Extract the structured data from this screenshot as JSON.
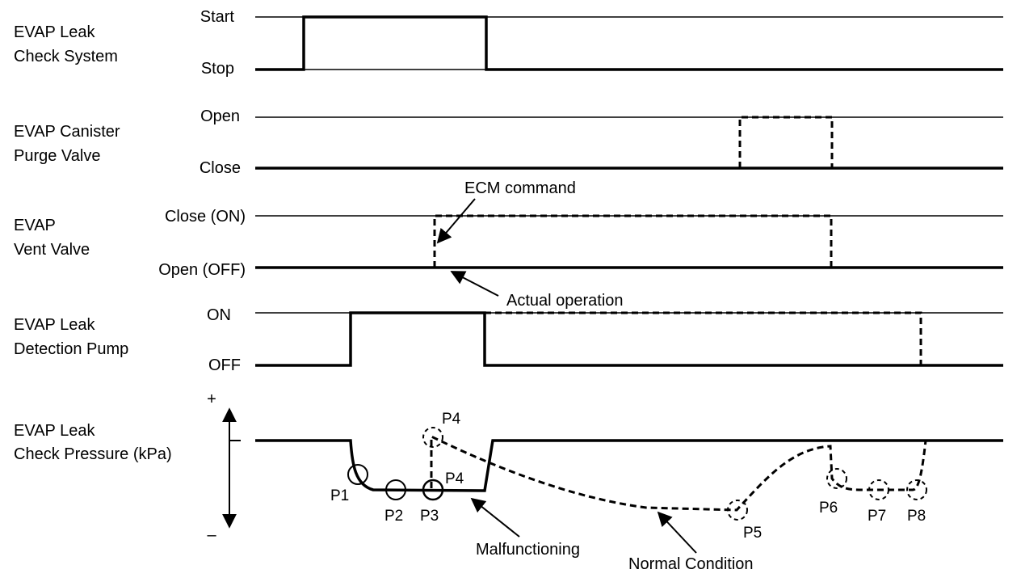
{
  "signals": [
    {
      "name_lines": [
        "EVAP Leak",
        "Check System"
      ],
      "high": "Start",
      "low": "Stop"
    },
    {
      "name_lines": [
        "EVAP Canister",
        "Purge Valve"
      ],
      "high": "Open",
      "low": "Close"
    },
    {
      "name_lines": [
        "EVAP",
        "Vent Valve"
      ],
      "high": "Close (ON)",
      "low": "Open (OFF)"
    },
    {
      "name_lines": [
        "EVAP Leak",
        "Detection Pump"
      ],
      "high": "ON",
      "low": "OFF"
    },
    {
      "name_lines": [
        "EVAP Leak",
        "Check Pressure (kPa)"
      ],
      "high": "+",
      "low": "–"
    }
  ],
  "annotations": {
    "ecm_command": "ECM command",
    "actual_operation": "Actual operation",
    "malfunctioning": "Malfunctioning",
    "normal_condition": "Normal Condition"
  },
  "points": {
    "p1": "P1",
    "p2": "P2",
    "p3": "P3",
    "p4_top": "P4",
    "p4_low": "P4",
    "p5": "P5",
    "p6": "P6",
    "p7": "P7",
    "p8": "P8"
  },
  "line_styles": {
    "solid": "actual / malfunction path",
    "dashed": "ECM command / normal path"
  },
  "colors": {
    "ink": "#000000",
    "background": "#ffffff"
  }
}
